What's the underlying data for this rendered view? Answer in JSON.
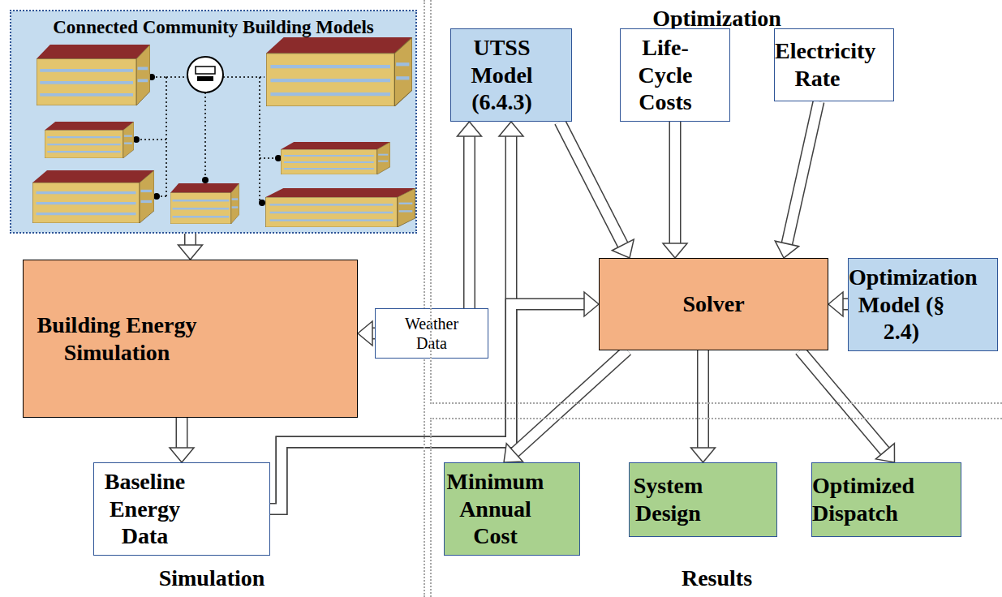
{
  "diagram": {
    "nodes": [
      {
        "text": [
          "Simulation"
        ]
      },
      {
        "text": [
          "Connected Community Building Models"
        ],
        "in": 0
      },
      {
        "text": [
          "Building Energy Simulation"
        ],
        "in": 0
      },
      {
        "text": [
          "Weather Data"
        ]
      },
      {
        "text": [
          "Baseline Energy Data"
        ],
        "in": 0
      },
      {
        "text": [
          "Optimization"
        ]
      },
      {
        "text": [
          "UTSS Model (6.4.3)"
        ],
        "in": 5
      },
      {
        "text": [
          "Life-Cycle Costs"
        ],
        "in": 5
      },
      {
        "text": [
          "Electricity Rate"
        ],
        "in": 5
      },
      {
        "text": [
          "Solver"
        ],
        "in": 5
      },
      {
        "text": [
          "Optimization Model (§ 2.4)"
        ],
        "in": 5
      },
      {
        "text": [
          "Results"
        ]
      },
      {
        "text": [
          "Minimum Annual Cost"
        ],
        "in": 11
      },
      {
        "text": [
          "System Design"
        ],
        "in": 11
      },
      {
        "text": [
          "Optimized Dispatch"
        ],
        "in": 11
      }
    ],
    "edges": [
      {
        "from": 1,
        "to": 2,
        "arrow": "to"
      },
      {
        "from": 3,
        "to": 2,
        "arrow": "to"
      },
      {
        "from": 2,
        "to": 4,
        "arrow": "to"
      },
      {
        "from": 3,
        "to": 6,
        "arrow": "to"
      },
      {
        "from": 4,
        "to": 6,
        "arrow": "to"
      },
      {
        "from": 4,
        "to": 9,
        "arrow": "to"
      },
      {
        "from": 6,
        "to": 9,
        "arrow": "to"
      },
      {
        "from": 7,
        "to": 9,
        "arrow": "to"
      },
      {
        "from": 8,
        "to": 9,
        "arrow": "to"
      },
      {
        "from": 10,
        "to": 9,
        "arrow": "to"
      },
      {
        "from": 9,
        "to": 12,
        "arrow": "to"
      },
      {
        "from": 9,
        "to": 13,
        "arrow": "to"
      },
      {
        "from": 9,
        "to": 14,
        "arrow": "to"
      }
    ]
  }
}
